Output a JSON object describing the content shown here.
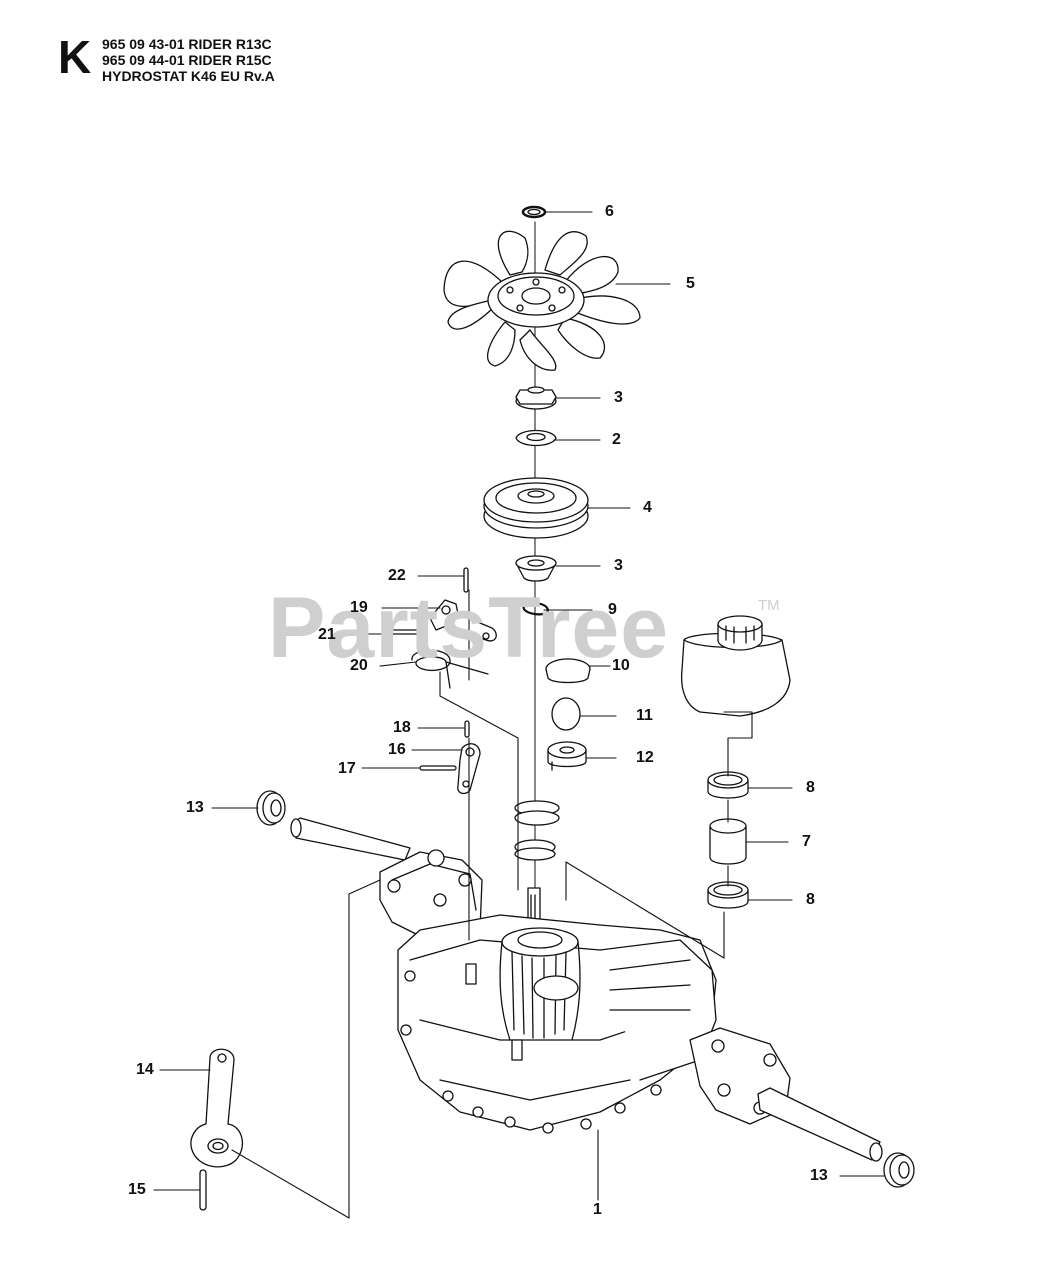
{
  "header": {
    "section_letter": "K",
    "lines": [
      "965 09 43-01 RIDER R13C",
      "965 09 44-01 RIDER R15C",
      "HYDROSTAT K46 EU Rv.A"
    ]
  },
  "watermark": {
    "text": "PartsTree",
    "tm": "TM"
  },
  "callouts": [
    {
      "id": "c6",
      "label": "6"
    },
    {
      "id": "c5",
      "label": "5"
    },
    {
      "id": "c3a",
      "label": "3"
    },
    {
      "id": "c2",
      "label": "2"
    },
    {
      "id": "c4",
      "label": "4"
    },
    {
      "id": "c3b",
      "label": "3"
    },
    {
      "id": "c9",
      "label": "9"
    },
    {
      "id": "c22",
      "label": "22"
    },
    {
      "id": "c19",
      "label": "19"
    },
    {
      "id": "c21",
      "label": "21"
    },
    {
      "id": "c20",
      "label": "20"
    },
    {
      "id": "c10",
      "label": "10"
    },
    {
      "id": "c11",
      "label": "11"
    },
    {
      "id": "c12",
      "label": "12"
    },
    {
      "id": "c18",
      "label": "18"
    },
    {
      "id": "c16",
      "label": "16"
    },
    {
      "id": "c17",
      "label": "17"
    },
    {
      "id": "c13a",
      "label": "13"
    },
    {
      "id": "c8a",
      "label": "8"
    },
    {
      "id": "c7",
      "label": "7"
    },
    {
      "id": "c8b",
      "label": "8"
    },
    {
      "id": "c14",
      "label": "14"
    },
    {
      "id": "c15",
      "label": "15"
    },
    {
      "id": "c1",
      "label": "1"
    },
    {
      "id": "c13b",
      "label": "13"
    }
  ]
}
